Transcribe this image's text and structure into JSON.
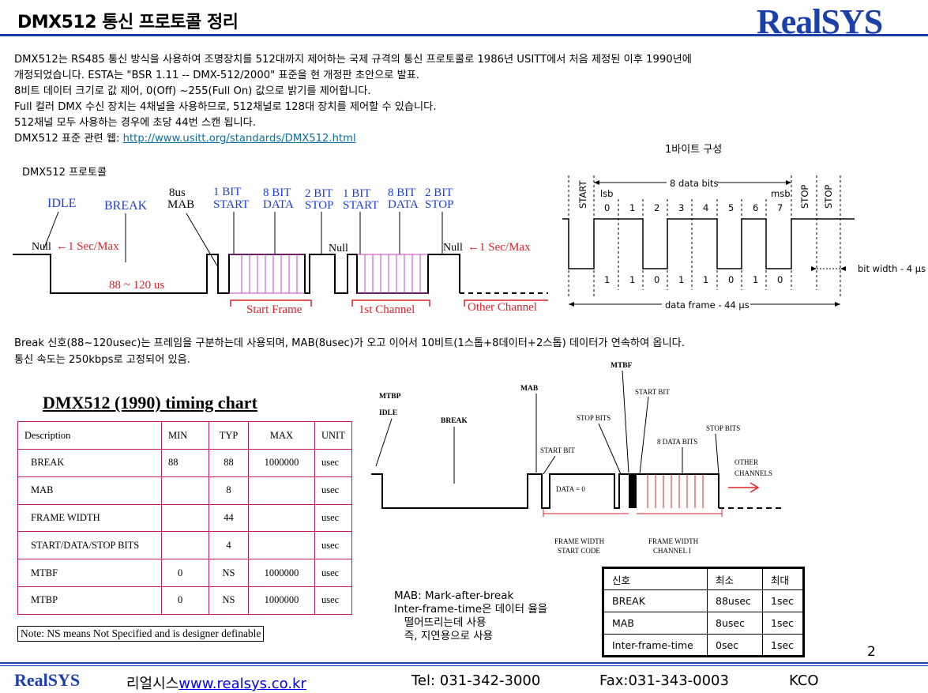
{
  "header": {
    "title": "DMX512 통신 프로토콜 정리",
    "logo": "RealSYS"
  },
  "intro": {
    "line1": "DMX512는  RS485  통신 방식을 사용하여 조명장치를 512대까지  제어하는 국제 규격의 통신 프로토콜로 1986년   USITT에서  처음 제정된 이후 1990년에",
    "line2": "개정되었습니다. ESTA는 \"BSR  1.11  -- DMX-512/2000\"  표준을 현 개정판 초안으로 발표.",
    "line3": "8비트 데이터 크기로 값 제어, 0(Off)  ~255(Full  On) 값으로 밝기를 제어합니다.",
    "line4": "Full  컬러 DMX  수신 장치는 4채널을 사용하므로, 512채널로  128대  장치를 제어할 수 있습니다.",
    "line5": "512채널  모두 사용하는 경우에 초당 44번 스캔 됩니다.",
    "line6_prefix": "DMX512  표준 관련 웹: ",
    "line6_link": "http://www.usitt.org/standards/DMX512.html"
  },
  "captions": {
    "one_byte": "1바이트  구성",
    "protocol": "DMX512  프로토콜"
  },
  "protocol_diagram": {
    "idle": "IDLE",
    "break": "BREAK",
    "mab_a": "8us",
    "mab_b": "MAB",
    "start1_a": "1 BIT",
    "start1_b": "START",
    "data1_a": "8 BIT",
    "data1_b": "DATA",
    "stop1_a": "2 BIT",
    "stop1_b": "STOP",
    "start2_a": "1 BIT",
    "start2_b": "START",
    "data2_a": "8 BIT",
    "data2_b": "DATA",
    "stop2_a": "2 BIT",
    "stop2_b": "STOP",
    "null_left": "Null",
    "sec_max_left": "←1 Sec/Max",
    "null_mid": "Null",
    "null_right": "Null",
    "sec_max_right": "←1 Sec/Max",
    "break_time": "88 ~ 120 us",
    "start_frame": "Start Frame",
    "first_channel": "1st  Channel",
    "other_channel": "Other Channel"
  },
  "byte_diagram": {
    "start": "START",
    "data_bits": "8 data bits",
    "lsb": "lsb",
    "msb": "msb",
    "bit_indices": [
      "0",
      "1",
      "2",
      "3",
      "4",
      "5",
      "6",
      "7"
    ],
    "stop1": "STOP",
    "stop2": "STOP",
    "bit_values": [
      "1",
      "1",
      "0",
      "1",
      "1",
      "0",
      "1",
      "0"
    ],
    "bit_width": "bit width - 4 µs",
    "data_frame": "data frame - 44 µs"
  },
  "break_desc": {
    "line1": "Break 신호(88~120usec)는  프레임을 구분하는데 사용되며, MAB(8usec)가  오고 이어서 10비트(1스톱+8데이터+2스톱) 데이터가 연속하여 옵니다.",
    "line2": "통신 속도는 250kbps로  고정되어 있음."
  },
  "timing_chart": {
    "title": "DMX512 (1990) timing chart",
    "columns": [
      "Description",
      "MIN",
      "TYP",
      "MAX",
      "UNIT"
    ],
    "rows": [
      [
        "BREAK",
        "88",
        "88",
        "1000000",
        "usec"
      ],
      [
        "MAB",
        "",
        "8",
        "",
        "usec"
      ],
      [
        "FRAME WIDTH",
        "",
        "44",
        "",
        "usec"
      ],
      [
        "START/DATA/STOP BITS",
        "",
        "4",
        "",
        "usec"
      ],
      [
        "MTBF",
        "0",
        "NS",
        "1000000",
        "usec"
      ],
      [
        "MTBP",
        "0",
        "NS",
        "1000000",
        "usec"
      ]
    ],
    "note": "Note: NS means Not Specified and is designer definable"
  },
  "frame_diagram": {
    "mtbf": "MTBF",
    "mtbp": "MTBP",
    "idle": "IDLE",
    "mab": "MAB",
    "start_bit_top": "START BIT",
    "break": "BREAK",
    "stop_bits_1": "STOP BITS",
    "stop_bits_2": "STOP BITS",
    "eight_data_bits": "8 DATA BITS",
    "start_bit_low": "START BIT",
    "other": "OTHER",
    "channels": "CHANNELS",
    "data_zero": "DATA = 0",
    "fw_start_a": "FRAME WIDTH",
    "fw_start_b": "START CODE",
    "fw_ch_a": "FRAME WIDTH",
    "fw_ch_b": "CHANNEL I"
  },
  "mab_notes": {
    "line1": "MAB:  Mark-after-break",
    "line2": "Inter-frame-time은  데이터 율을",
    "line3": "   떨어뜨리는데 사용",
    "line4": "   즉, 지연용으로 사용"
  },
  "signal_table": {
    "columns": [
      "신호",
      "최소",
      "최대"
    ],
    "rows": [
      [
        "BREAK",
        "88usec",
        "1sec"
      ],
      [
        "MAB",
        "8usec",
        "1sec"
      ],
      [
        "Inter-frame-time",
        "0sec",
        "1sec"
      ]
    ]
  },
  "page_number": "2",
  "footer": {
    "logo": "RealSYS",
    "company": "리얼시스",
    "site": "www.realsys.co.kr",
    "tel": "Tel: 031-342-3000",
    "fax": "Fax:031-343-0003",
    "code": "KCO"
  },
  "colors": {
    "brand_blue": "#1c3fa8",
    "diagram_blue": "#1f3fd0",
    "diagram_red": "#e0202a",
    "data_pink": "#d040c8",
    "table_border": "#c2185b"
  }
}
